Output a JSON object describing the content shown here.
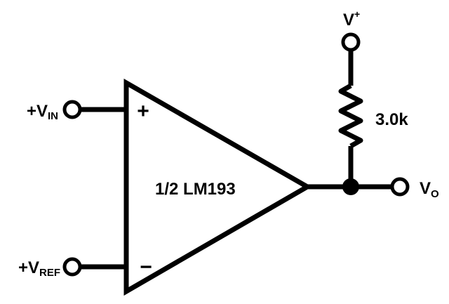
{
  "diagram": {
    "part_label": "1/2 LM193",
    "resistor_value": "3.0k",
    "inputs": {
      "noninverting": {
        "prefix": "+V",
        "subscript": "IN",
        "sign": "+"
      },
      "inverting": {
        "prefix": "+V",
        "subscript": "REF",
        "sign": "−"
      }
    },
    "supply": {
      "base": "V",
      "superscript": "+"
    },
    "output": {
      "base": "V",
      "subscript": "O"
    }
  }
}
